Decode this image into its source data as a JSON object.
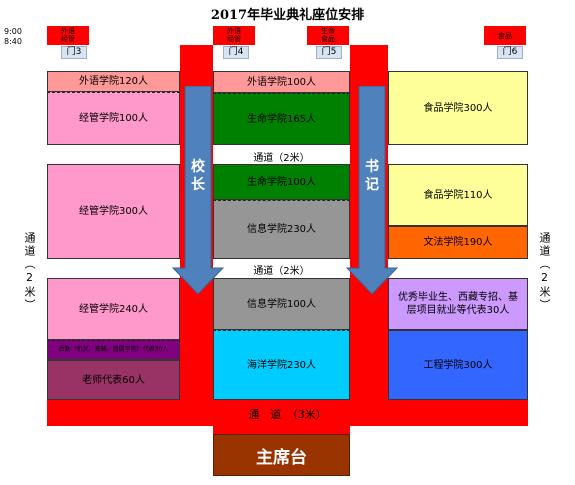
{
  "title": "2017年毕业典礼座位安排",
  "times": [
    "9:00",
    "8:40"
  ],
  "gates": [
    {
      "label": "门3",
      "top_text": "外语\n经管"
    },
    {
      "label": "门4",
      "top_text": "外语\n经管"
    },
    {
      "label": "门5",
      "top_text": "生命\n食品"
    },
    {
      "label": "门6",
      "top_text": "食品"
    }
  ],
  "left_column": [
    {
      "text": "外语学院120人",
      "color": "#ff9999"
    },
    {
      "text": "经管学院100人",
      "color": "#ff99cc"
    },
    {
      "text": "经管学院300人",
      "color": "#ff99cc"
    },
    {
      "text": "经管学院240人",
      "color": "#ff99cc"
    },
    {
      "text": "后勤（机关、教辅、直属学院）代表30人",
      "color": "#800080"
    },
    {
      "text": "老师代表60人",
      "color": "#993366"
    }
  ],
  "middle_column": [
    {
      "text": "外语学院100人",
      "color": "#ff9999"
    },
    {
      "text": "生命学院165人",
      "color": "#008000"
    },
    {
      "text": "生命学院100人",
      "color": "#008000"
    },
    {
      "text": "信息学院230人",
      "color": "#969696"
    },
    {
      "text": "信息学院100人",
      "color": "#969696"
    },
    {
      "text": "海洋学院230人",
      "color": "#00ccff"
    }
  ],
  "right_column": [
    {
      "text": "食品学院300人",
      "color": "#ffff99"
    },
    {
      "text": "食品学院110人",
      "color": "#ffff99"
    },
    {
      "text": "文法学院190人",
      "color": "#ff6600"
    },
    {
      "text": "优秀毕业生、西藏专招、基层项目就业等代表30人",
      "color": "#cc99ff"
    },
    {
      "text": "工程学院300人",
      "color": "#3366ff"
    }
  ],
  "aisles": {
    "mid1": "通道（2米）",
    "mid2": "通道（2米）",
    "bottom": "通　道　（3米）",
    "side_left": "通道（2米）",
    "side_right": "通道（2米）"
  },
  "arrows": {
    "left": "校长",
    "right": "书记"
  },
  "stage": "主席台",
  "colors": {
    "red": "#ff0000",
    "arrow": "#4f81bd",
    "stage": "#993300"
  }
}
